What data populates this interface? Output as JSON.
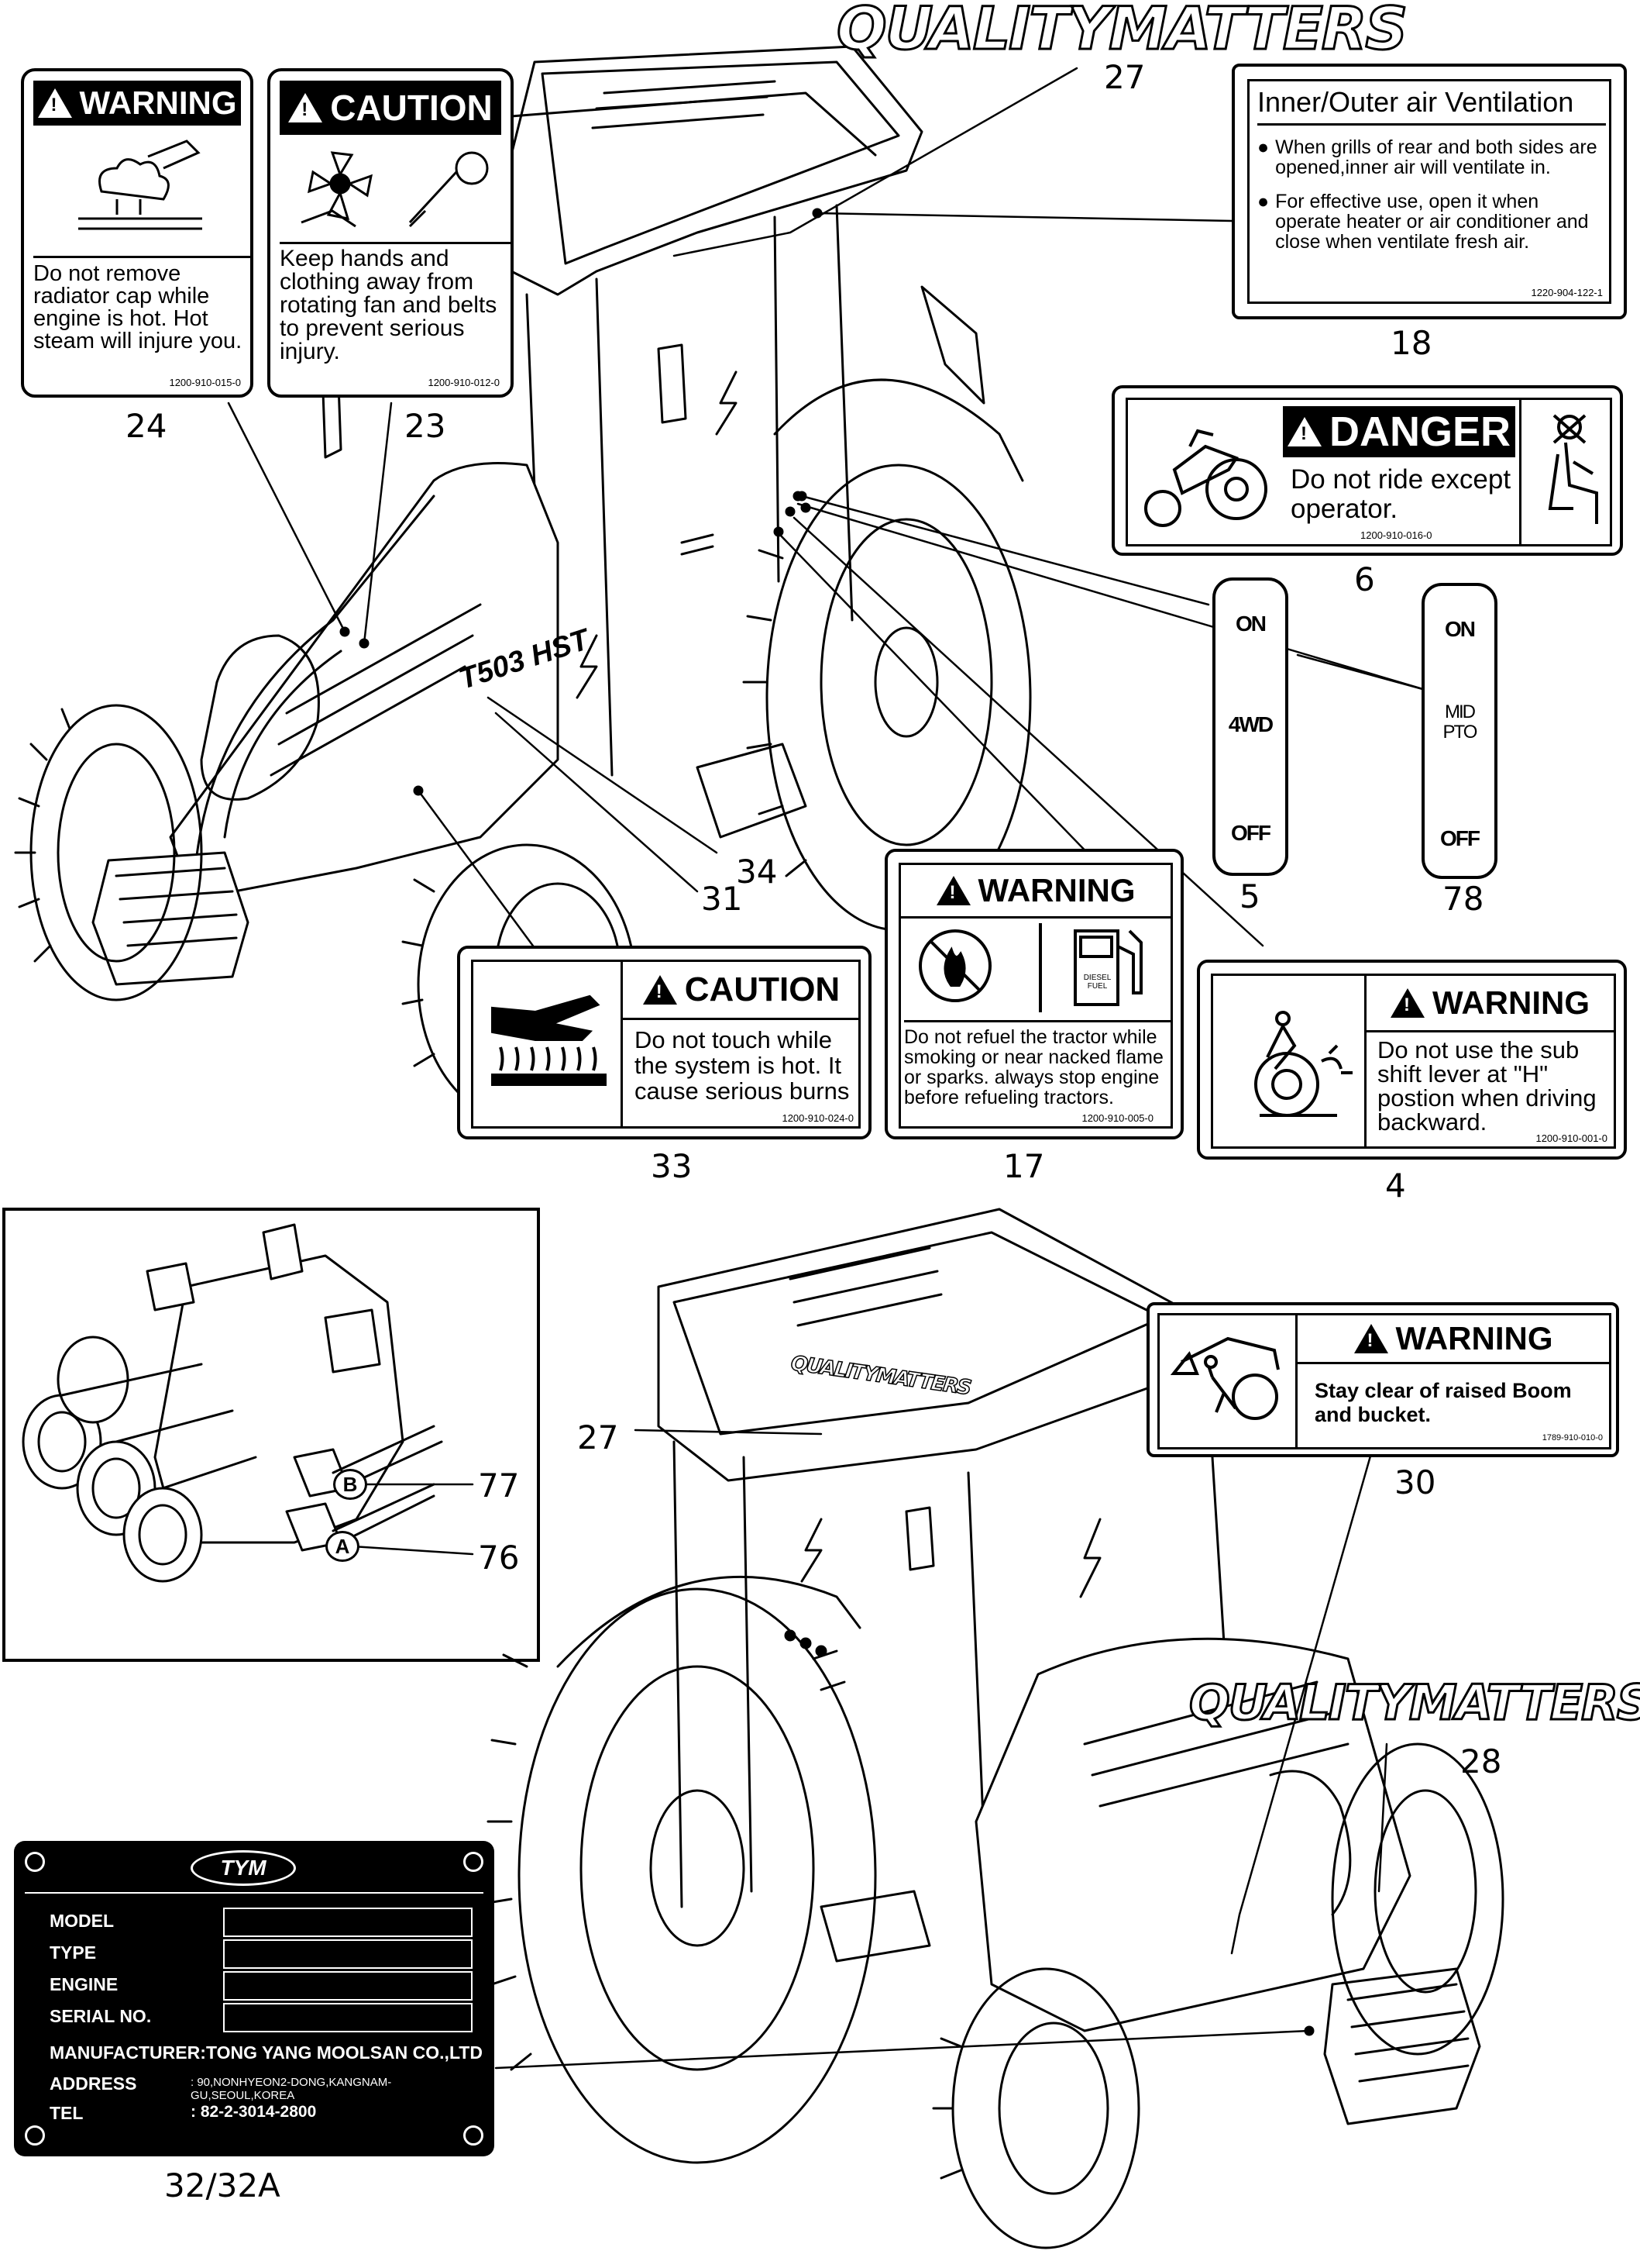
{
  "logo_text": "QUALITYMATTERS",
  "decals": {
    "d24": {
      "header": "WARNING",
      "text": "Do not remove radiator cap while engine is hot. Hot steam will injure you.",
      "code": "1200-910-015-0",
      "callout": "24"
    },
    "d23": {
      "header": "CAUTION",
      "text": "Keep hands and clothing away from rotating  fan and belts to   prevent serious injury.",
      "code": "1200-910-012-0",
      "callout": "23"
    },
    "d18": {
      "title": "Inner/Outer air Ventilation",
      "bullet1": "When grills of rear and both sides are opened,inner air will ventilate in.",
      "bullet2": "For effective use, open it when operate heater or air conditioner and close when ventilate fresh air.",
      "code": "1220-904-122-1",
      "callout": "18"
    },
    "d6": {
      "header": "DANGER",
      "text": "Do not ride except operator.",
      "code": "1200-910-016-0",
      "callout": "6"
    },
    "d5": {
      "top": "ON",
      "mid": "4WD",
      "bottom": "OFF",
      "callout": "5"
    },
    "d78": {
      "top": "ON",
      "mid": "MID PTO",
      "bottom": "OFF",
      "callout": "78"
    },
    "d33": {
      "header": "CAUTION",
      "text": "Do not touch while the system is hot. It cause serious burns",
      "code": "1200-910-024-0",
      "callout": "33"
    },
    "d17": {
      "header": "WARNING",
      "text": "Do not refuel the tractor while smoking or near nacked flame  or sparks. always stop engine before refueling tractors.",
      "code": "1200-910-005-0",
      "fuel_label": "DIESEL FUEL",
      "callout": "17"
    },
    "d4": {
      "header": "WARNING",
      "text": "Do not use the sub shift lever at \"H\" postion when driving backward.",
      "code": "1200-910-001-0",
      "callout": "4"
    },
    "d30": {
      "header": "WARNING",
      "text": "Stay clear of raised Boom and bucket.",
      "code": "1789-910-010-0",
      "callout": "30"
    }
  },
  "callouts": {
    "c27a": "27",
    "c27b": "27",
    "c28": "28",
    "c31": "31",
    "c34": "34",
    "c77": "77",
    "c76": "76",
    "c32": "32/32A"
  },
  "tractor_badge": "T503 HST",
  "valve_labels": {
    "a": "A",
    "b": "B"
  },
  "plate": {
    "logo": "TYM",
    "fields": [
      "MODEL",
      "TYPE",
      "ENGINE",
      "SERIAL NO."
    ],
    "manufacturer_label": "MANUFACTURER:",
    "manufacturer": "TONG YANG MOOLSAN CO.,LTD",
    "address_label": "ADDRESS",
    "address": ": 90,NONHYEON2-DONG,KANGNAM-GU,SEOUL,KOREA",
    "tel_label": "TEL",
    "tel": ": 82-2-3014-2800"
  }
}
